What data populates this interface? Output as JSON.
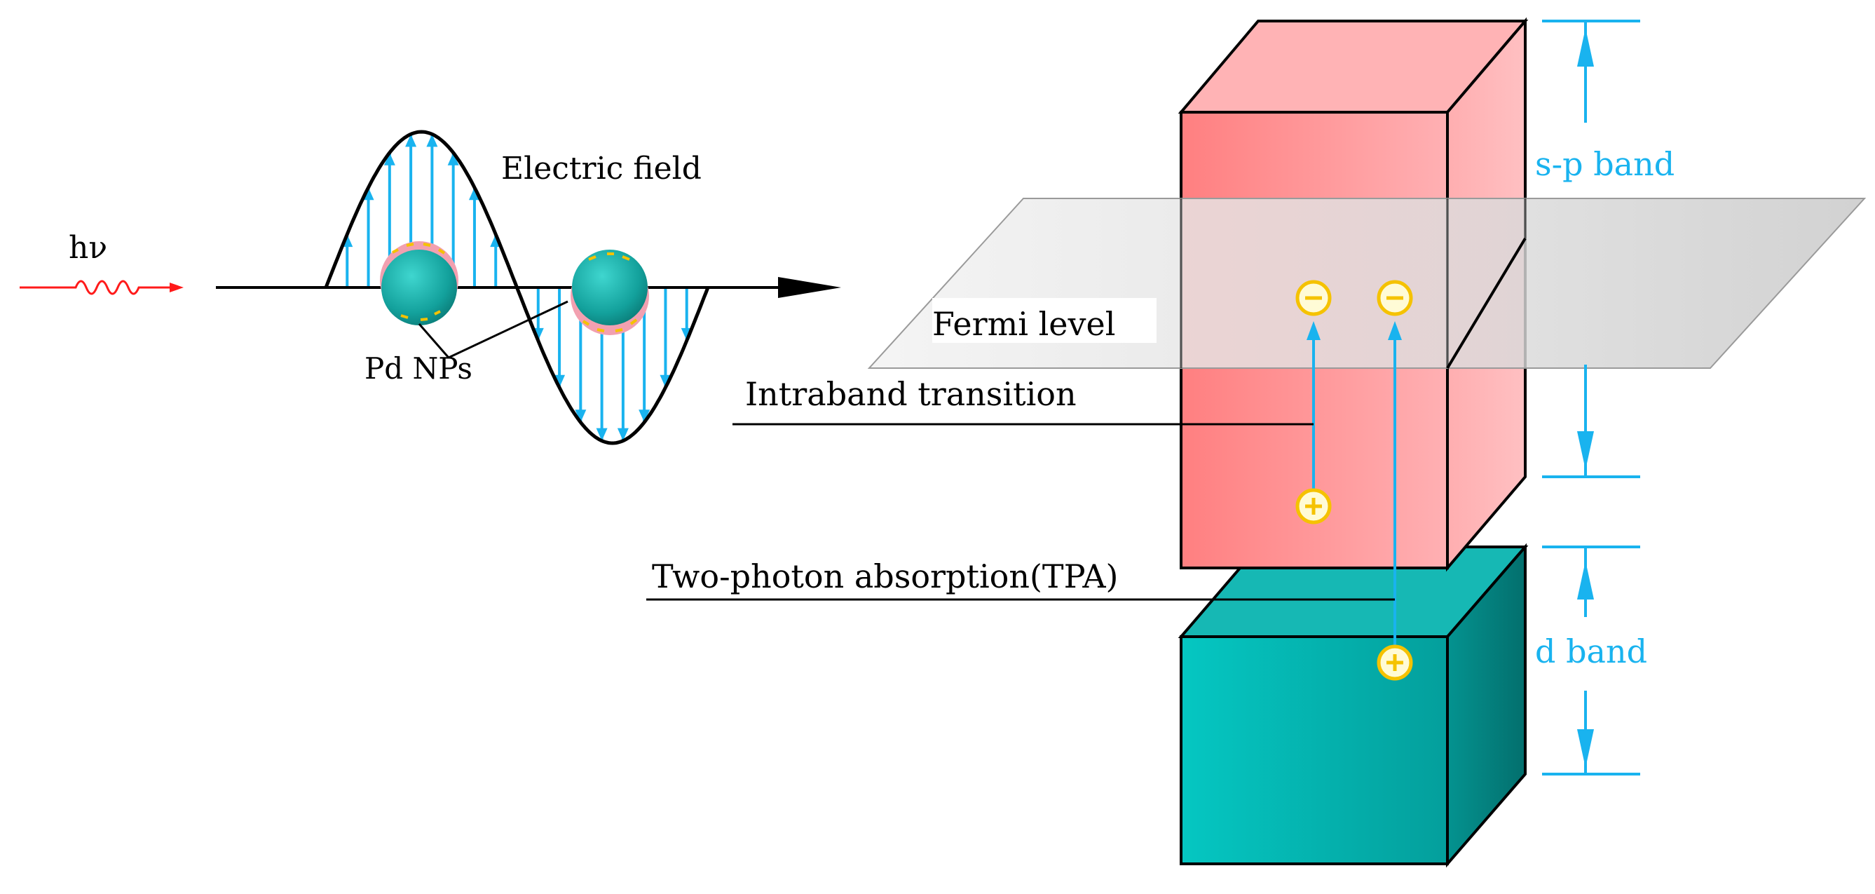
{
  "labels": {
    "photon": "hν",
    "electric_field": "Electric field",
    "pd_nps": "Pd NPs",
    "fermi_level": "Fermi level",
    "intraband_transition": "Intraband transition",
    "tpa": "Two-photon absorption(TPA)",
    "sp_band": "s-p band",
    "d_band": "d band"
  },
  "colors": {
    "photon_wave": "#ff1a1a",
    "field_arrows": "#19b3ef",
    "nanoparticle": "#1aa6a0",
    "nanoparticle_shell": "#f2a0b0",
    "charge_marks": "#f5c200",
    "sp_band_box": "#ff8f8f",
    "d_band_box": "#12b3b0",
    "fermi_plane": "#e6e6e6",
    "band_dimension": "#19b3ef"
  },
  "icons": {
    "electron": "minus-circle-icon",
    "hole": "plus-circle-icon"
  }
}
